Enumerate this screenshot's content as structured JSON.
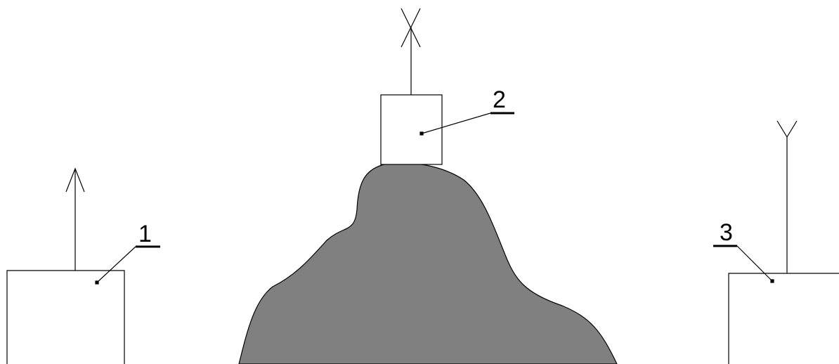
{
  "colors": {
    "line": "#000000",
    "terrain": "#808080",
    "background": "#ffffff"
  },
  "labels": {
    "item1": "1",
    "item2": "2",
    "item3": "3"
  }
}
